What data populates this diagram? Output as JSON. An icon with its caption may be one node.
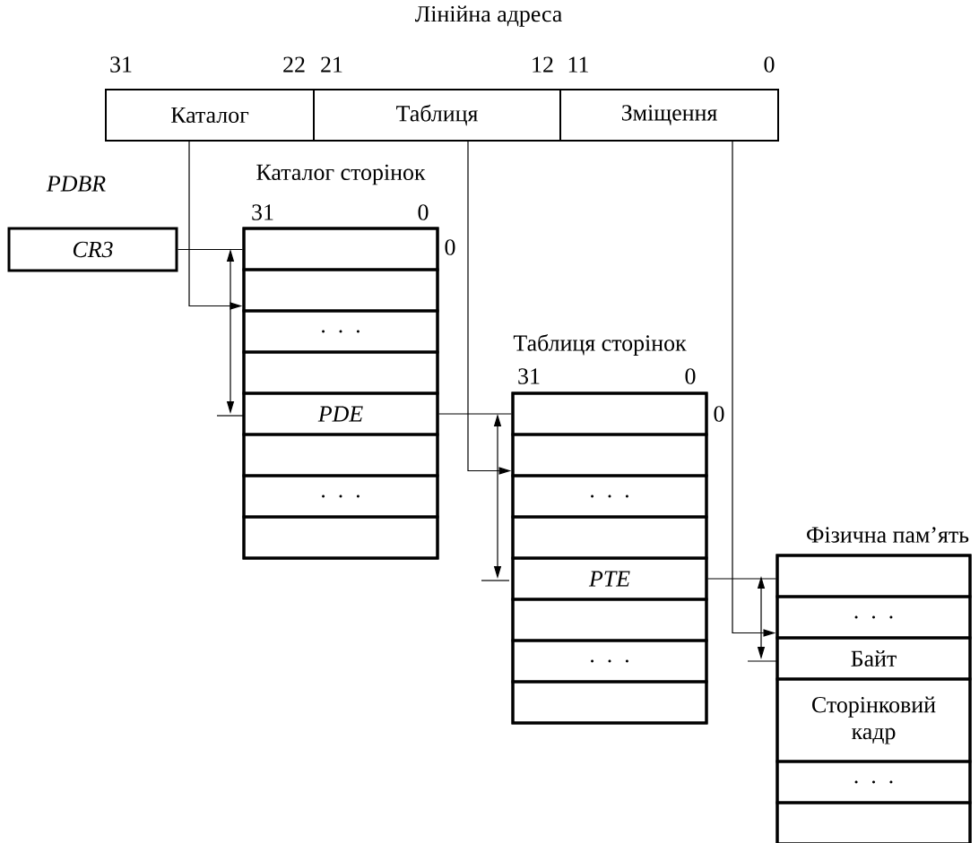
{
  "diagram": {
    "nodes": [
      {
        "text": [
          "Лінійна адреса"
        ]
      },
      {
        "text": [
          "Каталог"
        ],
        "in": 0
      },
      {
        "text": [
          "Таблиця"
        ],
        "in": 0
      },
      {
        "text": [
          "Зміщення"
        ],
        "in": 0
      },
      {
        "text": [
          "CR3"
        ],
        "beside": [
          "PDBR"
        ]
      },
      {
        "text": [
          "Каталог сторінок"
        ]
      },
      {
        "text": [],
        "shape": "box",
        "in": 5
      },
      {
        "text": [],
        "shape": "box",
        "in": 5
      },
      {
        "text": [
          ". . ."
        ],
        "in": 5
      },
      {
        "text": [],
        "shape": "box",
        "in": 5
      },
      {
        "text": [
          "PDE"
        ],
        "in": 5
      },
      {
        "text": [],
        "shape": "box",
        "in": 5
      },
      {
        "text": [
          ". . ."
        ],
        "in": 5
      },
      {
        "text": [],
        "shape": "box",
        "in": 5
      },
      {
        "text": [
          "Таблиця сторінок"
        ]
      },
      {
        "text": [],
        "shape": "box",
        "in": 14
      },
      {
        "text": [],
        "shape": "box",
        "in": 14
      },
      {
        "text": [
          ". . ."
        ],
        "in": 14
      },
      {
        "text": [],
        "shape": "box",
        "in": 14
      },
      {
        "text": [
          "PTE"
        ],
        "in": 14
      },
      {
        "text": [],
        "shape": "box",
        "in": 14
      },
      {
        "text": [
          ". . ."
        ],
        "in": 14
      },
      {
        "text": [],
        "shape": "box",
        "in": 14
      },
      {
        "text": [
          "Фізична пам’ять"
        ]
      },
      {
        "text": [],
        "shape": "box",
        "in": 23
      },
      {
        "text": [
          ". . ."
        ],
        "in": 23
      },
      {
        "text": [
          "Байт"
        ],
        "in": 23
      },
      {
        "text": [
          "Сторінковий кадр"
        ],
        "in": 23
      },
      {
        "text": [
          ". . ."
        ],
        "in": 23
      },
      {
        "text": [],
        "shape": "box",
        "in": 23
      }
    ],
    "edges": [
      {
        "from": 4,
        "to": 6,
        "arrow": "none"
      },
      {
        "from": 1,
        "to": 8,
        "arrow": "to"
      },
      {
        "from": 10,
        "to": 15,
        "arrow": "none"
      },
      {
        "from": 2,
        "to": 17,
        "arrow": "to"
      },
      {
        "from": 19,
        "to": 24,
        "arrow": "none"
      },
      {
        "from": 3,
        "to": 26,
        "arrow": "to"
      }
    ],
    "labels": [
      "31",
      "22",
      "21",
      "12",
      "11",
      "0",
      "31",
      "0",
      "0",
      "31",
      "0",
      "0"
    ]
  }
}
